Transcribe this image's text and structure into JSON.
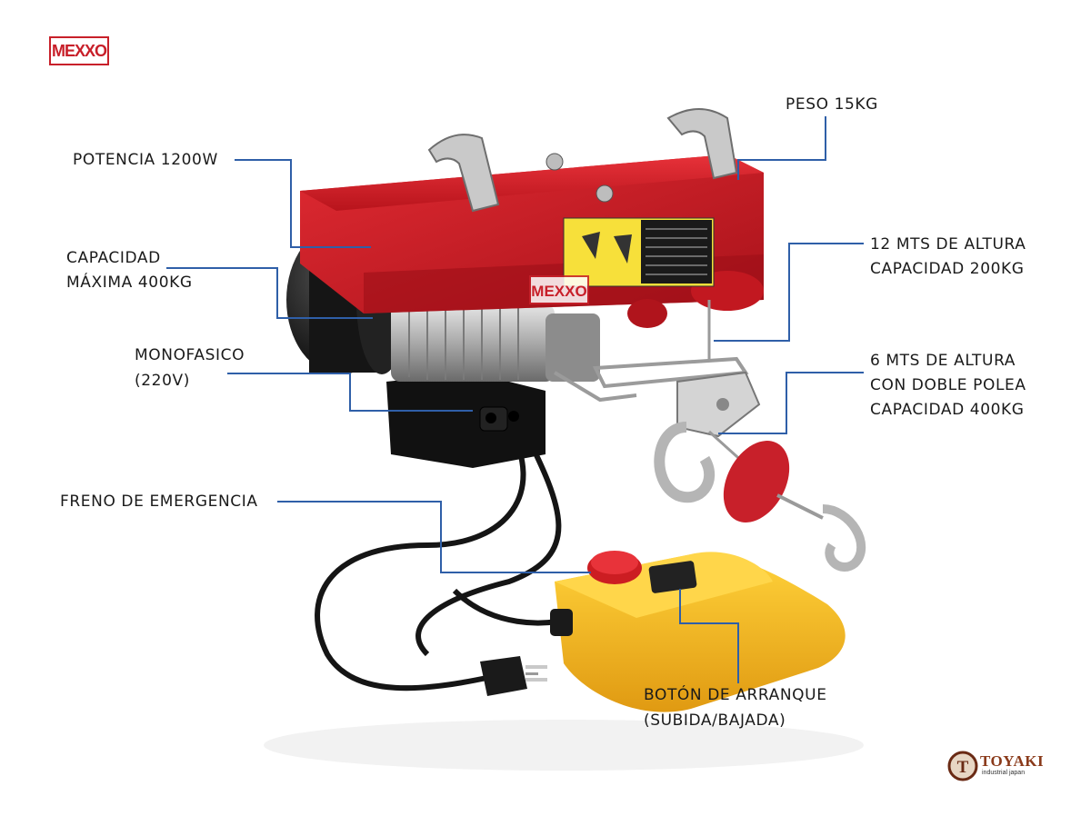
{
  "brand": {
    "logo_text": "MEXXO",
    "watermark_text": "MEXXO"
  },
  "partner": {
    "name": "TOYAKI",
    "tagline": "industrial japan",
    "emblem_letter": "T"
  },
  "labels": {
    "potencia": "POTENCIA 1200W",
    "capacidad_1": "CAPACIDAD",
    "capacidad_2": "MÁXIMA 400KG",
    "monofasico_1": "MONOFASICO",
    "monofasico_2": "(220V)",
    "freno": "FRENO DE EMERGENCIA",
    "peso": "PESO 15KG",
    "altura12_1": "12 MTS DE ALTURA",
    "altura12_2": "CAPACIDAD 200KG",
    "altura6_1": "6 MTS DE ALTURA",
    "altura6_2": "CON DOBLE POLEA",
    "altura6_3": "CAPACIDAD 400KG",
    "boton_1": "BOTÓN DE ARRANQUE",
    "boton_2": "(SUBIDA/BAJADA)"
  },
  "colors": {
    "leader_line": "#2f5fa8",
    "hoist_red": "#d8202a",
    "pendant_yellow": "#f2b91c",
    "brand_red": "#c8202a"
  }
}
